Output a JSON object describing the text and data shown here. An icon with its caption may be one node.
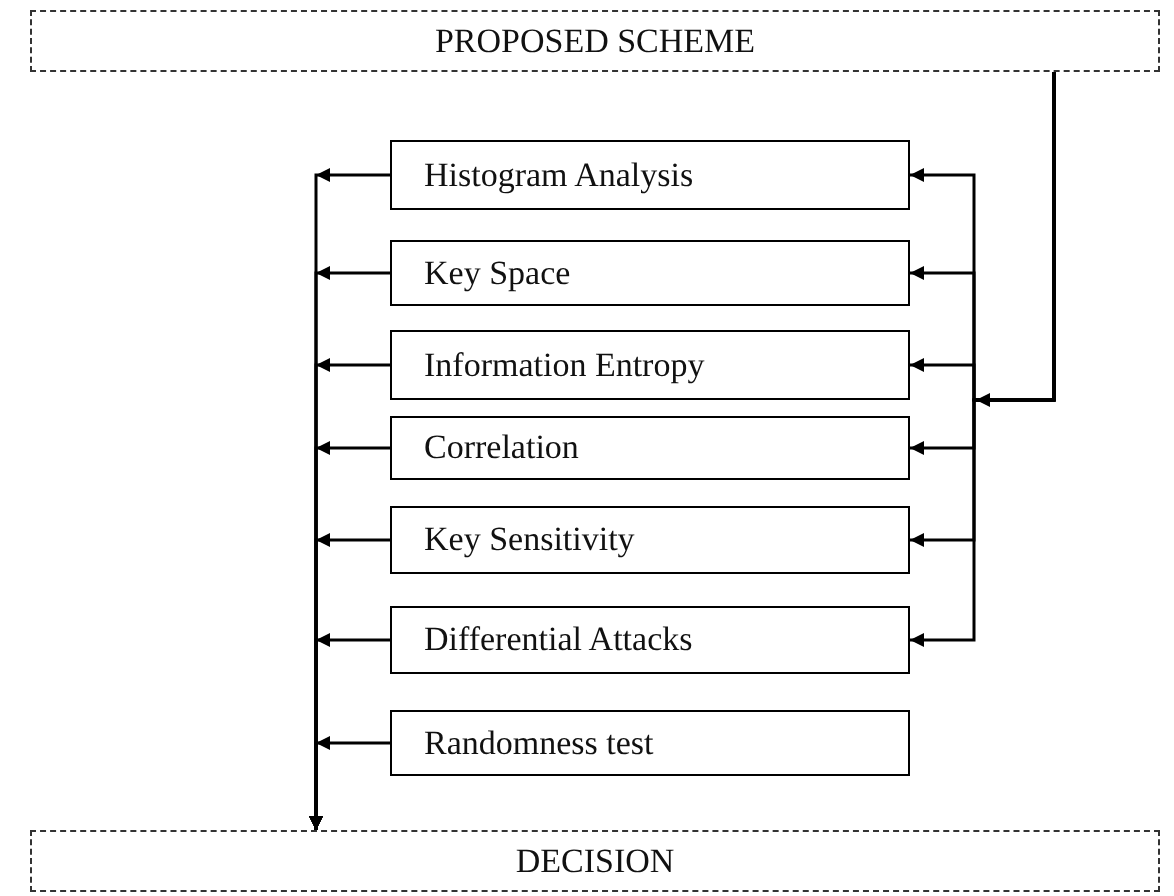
{
  "diagram": {
    "nodes": [
      {
        "text": [
          "PROPOSED SCHEME"
        ]
      },
      {
        "text": [
          "Histogram Analysis"
        ]
      },
      {
        "text": [
          "Key Space"
        ]
      },
      {
        "text": [
          "Information Entropy"
        ]
      },
      {
        "text": [
          "Correlation"
        ]
      },
      {
        "text": [
          "Key Sensitivity"
        ]
      },
      {
        "text": [
          "Differential Attacks"
        ]
      },
      {
        "text": [
          "Randomness test"
        ]
      },
      {
        "text": [
          "DECISION"
        ]
      }
    ],
    "edges": [
      {
        "from": 0,
        "to": 1,
        "arrow": "to"
      },
      {
        "from": 0,
        "to": 2,
        "arrow": "to"
      },
      {
        "from": 0,
        "to": 3,
        "arrow": "to"
      },
      {
        "from": 0,
        "to": 4,
        "arrow": "to"
      },
      {
        "from": 0,
        "to": 5,
        "arrow": "to"
      },
      {
        "from": 0,
        "to": 6,
        "arrow": "to"
      },
      {
        "from": 1,
        "to": 8,
        "arrow": "to"
      },
      {
        "from": 2,
        "to": 8,
        "arrow": "to"
      },
      {
        "from": 3,
        "to": 8,
        "arrow": "to"
      },
      {
        "from": 4,
        "to": 8,
        "arrow": "to"
      },
      {
        "from": 5,
        "to": 8,
        "arrow": "to"
      },
      {
        "from": 6,
        "to": 8,
        "arrow": "to"
      },
      {
        "from": 7,
        "to": 8,
        "arrow": "to"
      }
    ]
  }
}
